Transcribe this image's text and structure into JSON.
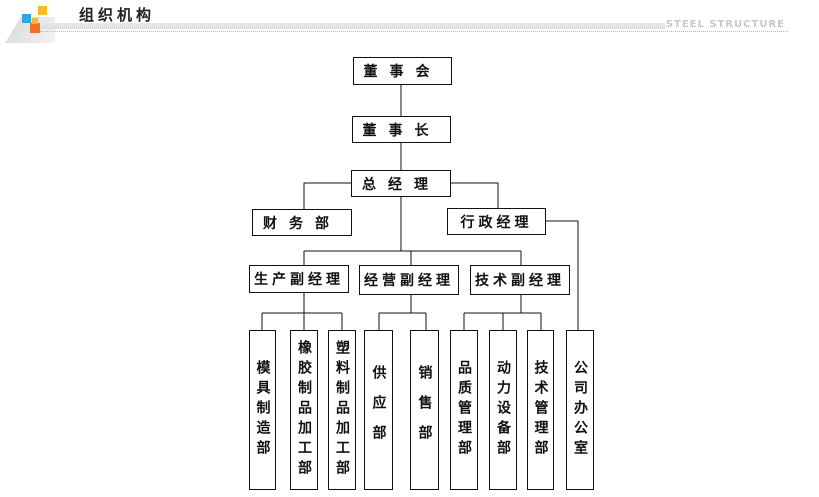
{
  "header": {
    "title": "组织机构",
    "subtitle": "STEEL STRUCTURE",
    "logo_colors": [
      "#29a9e0",
      "#f7b924",
      "#f37121"
    ]
  },
  "org": {
    "board": "董事会",
    "chairman": "董事长",
    "general_manager": "总经理",
    "finance": "财务部",
    "admin_manager": "行政经理",
    "production_vp": "生产副经理",
    "operations_vp": "经营副经理",
    "technical_vp": "技术副经理",
    "mold_dept": "模具制造部",
    "rubber_dept": "橡胶制品加工部",
    "plastic_dept": "塑料制品加工部",
    "supply_dept": "供应部",
    "sales_dept": "销售部",
    "quality_dept": "品质管理部",
    "equipment_dept": "动力设备部",
    "tech_mgmt_dept": "技术管理部",
    "company_office": "公司办公室"
  }
}
